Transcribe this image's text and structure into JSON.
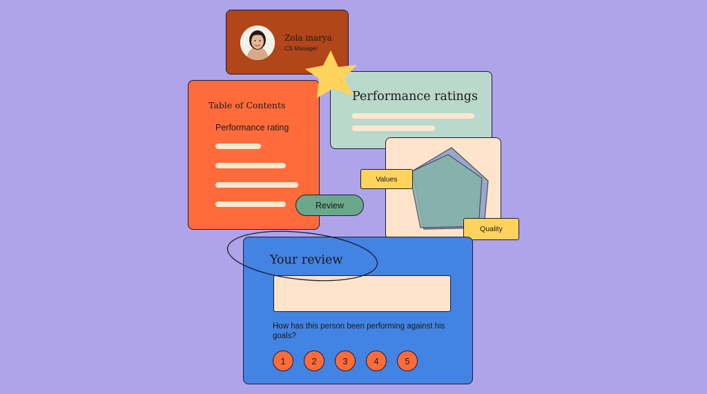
{
  "profile": {
    "name": "Zola inarya",
    "role": "CS Manager"
  },
  "toc": {
    "title": "Table of Contents",
    "item": "Performance rating",
    "review_label": "Review"
  },
  "perf": {
    "title": "Performance ratings"
  },
  "radar": {
    "label_values": "Values",
    "label_quality": "Quality"
  },
  "review": {
    "title": "Your review",
    "question": "How has this person been performing against his goals?",
    "ratings": [
      "1",
      "2",
      "3",
      "4",
      "5"
    ]
  },
  "colors": {
    "background": "#afa4ea",
    "profile_card": "#b04619",
    "toc_card": "#ff6b3b",
    "perf_card": "#bad8cc",
    "review_card": "#4383e2",
    "accent_yellow": "#ffd35c",
    "review_pill": "#6aa78b"
  },
  "icons": {
    "star": "star-icon"
  }
}
